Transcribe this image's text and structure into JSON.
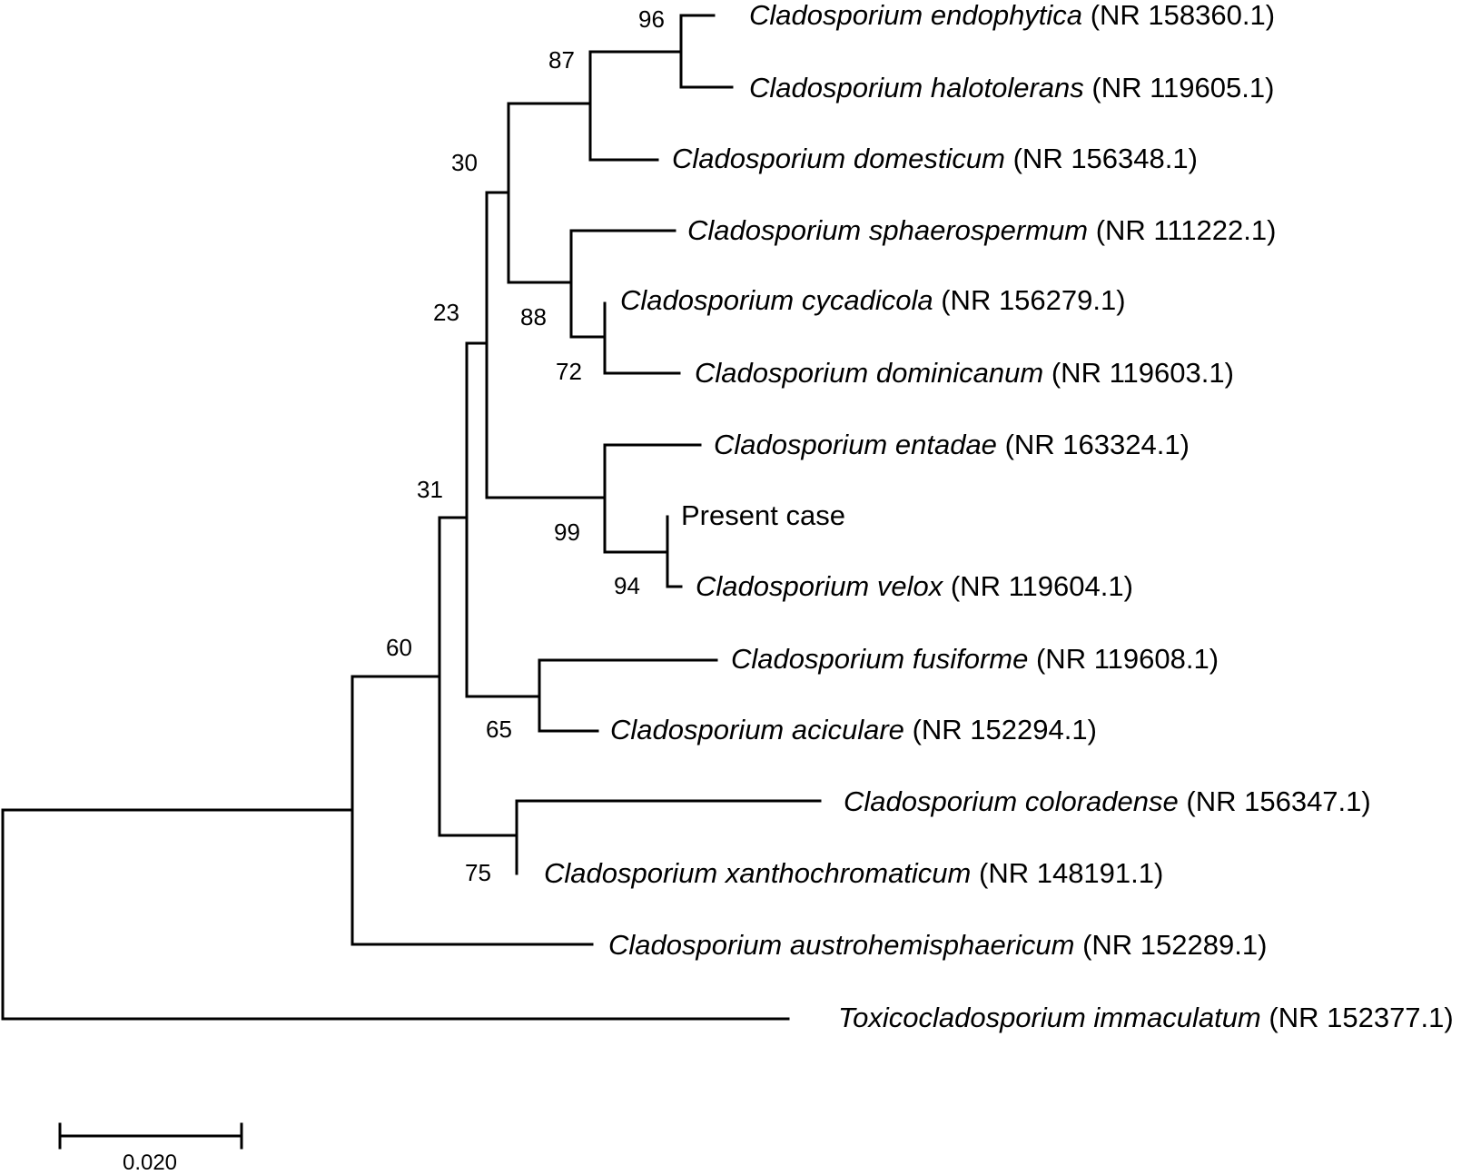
{
  "figure": {
    "taxa": [
      {
        "id": "endophytica",
        "species": "Cladosporium endophytica",
        "accession": "(NR 158360.1)"
      },
      {
        "id": "halotolerans",
        "species": "Cladosporium halotolerans",
        "accession": "(NR 119605.1)"
      },
      {
        "id": "domesticum",
        "species": "Cladosporium domesticum",
        "accession": "(NR 156348.1)"
      },
      {
        "id": "sphaerospermum",
        "species": "Cladosporium sphaerospermum",
        "accession": "(NR 111222.1)"
      },
      {
        "id": "cycadicola",
        "species": "Cladosporium cycadicola",
        "accession": "(NR 156279.1)"
      },
      {
        "id": "dominicanum",
        "species": "Cladosporium dominicanum",
        "accession": "(NR 119603.1)"
      },
      {
        "id": "entadae",
        "species": "Cladosporium entadae",
        "accession": "(NR 163324.1)"
      },
      {
        "id": "present",
        "species": "",
        "accession": "Present case"
      },
      {
        "id": "velox",
        "species": "Cladosporium velox",
        "accession": "(NR 119604.1)"
      },
      {
        "id": "fusiforme",
        "species": "Cladosporium fusiforme",
        "accession": "(NR 119608.1)"
      },
      {
        "id": "aciculare",
        "species": "Cladosporium aciculare",
        "accession": "(NR 152294.1)"
      },
      {
        "id": "coloradense",
        "species": "Cladosporium coloradense",
        "accession": "(NR 156347.1)"
      },
      {
        "id": "xanthochromaticum",
        "species": "Cladosporium xanthochromaticum",
        "accession": "(NR 148191.1)"
      },
      {
        "id": "austrohemisphaericum",
        "species": "Cladosporium austrohemisphaericum",
        "accession": "(NR 152289.1)"
      },
      {
        "id": "immaculatum",
        "species": "Toxicocladosporium immaculatum",
        "accession": "(NR 152377.1)"
      }
    ],
    "support_values": {
      "endophytica_halotolerans": "96",
      "endo_halo_domesticum": "87",
      "domesticum_group_sphaero_group": "30",
      "sphaero_group": "88",
      "cycadicola_dominicanum": "72",
      "upper_entadae_group": "23",
      "entadae_group": "99",
      "present_velox": "94",
      "main_fusiforme_group": "31",
      "fusiforme_aciculare": "65",
      "main_coloradense_group": "60",
      "coloradense_xanthochromaticum": "75"
    },
    "scale_bar": {
      "label": "0.020"
    }
  }
}
